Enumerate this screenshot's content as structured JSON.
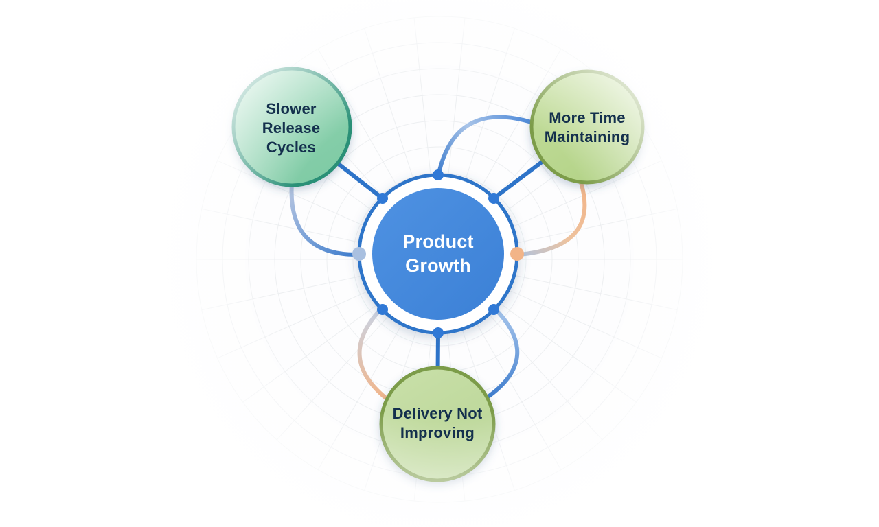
{
  "diagram": {
    "center": {
      "label": "Product Growth",
      "lines": [
        "Product",
        "Growth"
      ],
      "fill": "#3b80d6",
      "fill_light": "#4f92e2",
      "ring_color": "#2e74c9"
    },
    "nodes": [
      {
        "id": "slower-release-cycles",
        "label": "Slower Release Cycles",
        "lines": [
          "Slower",
          "Release",
          "Cycles"
        ],
        "fill": "#7ecaa4",
        "fill_light": "#94d6b4",
        "border": "#2b9077"
      },
      {
        "id": "more-time-maintaining",
        "label": "More Time Maintaining",
        "lines": [
          "More Time",
          "Maintaining"
        ],
        "fill": "#b2d286",
        "fill_light": "#c3dd9b",
        "border": "#7b9c4a"
      },
      {
        "id": "delivery-not-improving",
        "label": "Delivery Not Improving",
        "lines": [
          "Delivery Not",
          "Improving"
        ],
        "fill": "#b9d595",
        "fill_light": "#c8dfa8",
        "border": "#7b9c4a"
      }
    ],
    "colors": {
      "connector_blue": "#2e74c9",
      "connector_blue_bright": "#3079d6",
      "connector_periwinkle": "#a9c0e0",
      "connector_peach": "#f2b488",
      "connector_light": "#bcc9e2",
      "node_text": "#14304d",
      "center_text": "#ffffff",
      "grid_line": "#ebedf0"
    }
  }
}
